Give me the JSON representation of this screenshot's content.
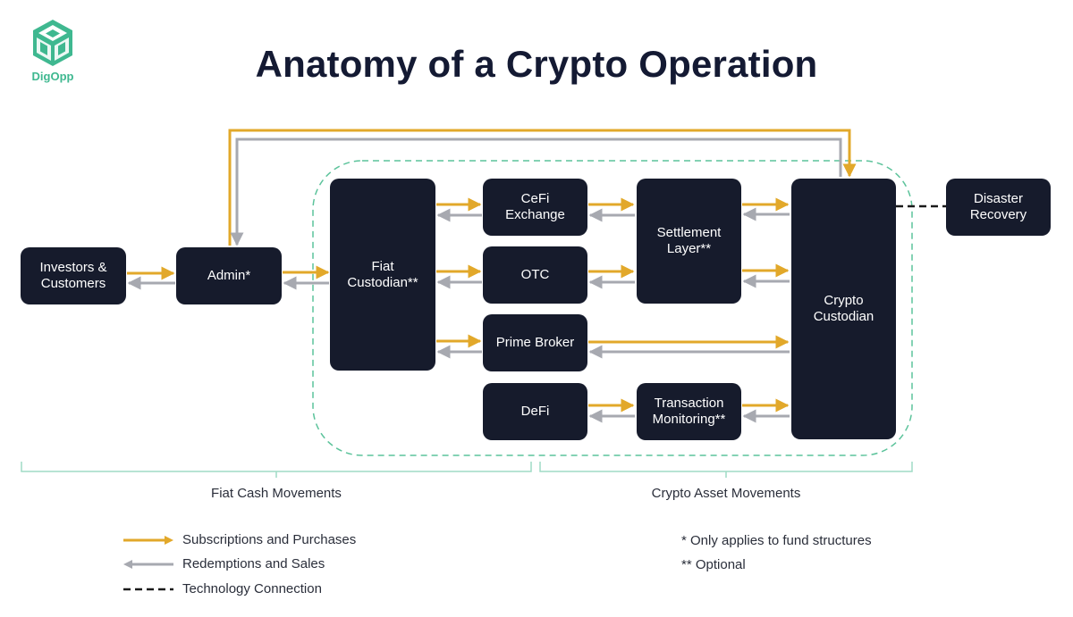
{
  "brand": {
    "name": "DigOpp",
    "color": "#3fb890"
  },
  "title": "Anatomy of a Crypto Operation",
  "colors": {
    "subscription": "#e2a82a",
    "redemption": "#a7a9b0",
    "tech": "#1a1a1a",
    "node": "#161b2c",
    "zone": "#5cc39b"
  },
  "nodes": {
    "investors": "Investors &\nCustomers",
    "admin": "Admin*",
    "fiat_custodian": "Fiat\nCustodian**",
    "cefi": "CeFi\nExchange",
    "otc": "OTC",
    "prime_broker": "Prime Broker",
    "defi": "DeFi",
    "settlement": "Settlement\nLayer**",
    "transaction_monitoring": "Transaction\nMonitoring**",
    "crypto_custodian": "Crypto\nCustodian",
    "disaster_recovery": "Disaster\nRecovery"
  },
  "groups": {
    "fiat": "Fiat Cash Movements",
    "crypto": "Crypto Asset Movements"
  },
  "legend": {
    "subscriptions": "Subscriptions and Purchases",
    "redemptions": "Redemptions and Sales",
    "technology": "Technology Connection"
  },
  "notes": {
    "fund": "* Only applies to fund structures",
    "optional": "** Optional"
  }
}
